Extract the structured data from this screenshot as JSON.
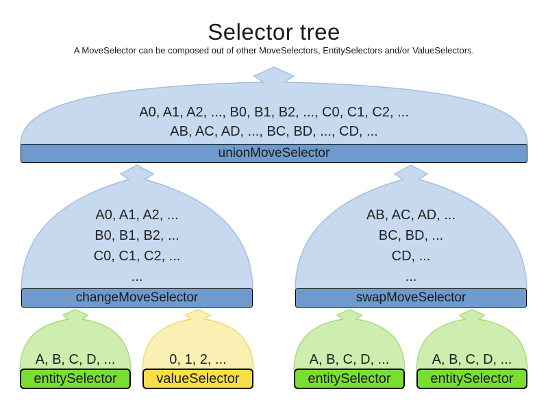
{
  "title": "Selector tree",
  "subtitle": "A MoveSelector can be composed out of other MoveSelectors, EntitySelectors and/or ValueSelectors.",
  "colors": {
    "move_funnel_fill": "#c7d9ee",
    "move_funnel_stroke": "#a3bee0",
    "move_bar": "#6e9bcb",
    "entity_funnel_fill": "#cdeeae",
    "entity_funnel_stroke": "#a8db78",
    "entity_bar": "#7ade32",
    "value_funnel_fill": "#faf0b4",
    "value_funnel_stroke": "#edd96e",
    "value_bar": "#f8de49"
  },
  "nodes": {
    "union": {
      "label": "unionMoveSelector",
      "lines": [
        "A0, A1, A2, ..., B0, B1, B2, ..., C0, C1, C2, ...",
        "AB, AC, AD, ..., BC, BD, ..., CD, ..."
      ]
    },
    "change": {
      "label": "changeMoveSelector",
      "lines": [
        "A0, A1, A2, ...",
        "B0, B1, B2, ...",
        "C0, C1, C2, ...",
        "..."
      ]
    },
    "swap": {
      "label": "swapMoveSelector",
      "lines": [
        "AB, AC, AD, ...",
        "BC, BD, ...",
        "CD, ...",
        "..."
      ]
    },
    "entity1": {
      "label": "entitySelector",
      "lines": [
        "A, B, C, D, ..."
      ]
    },
    "value1": {
      "label": "valueSelector",
      "lines": [
        "0, 1, 2, ..."
      ]
    },
    "entity2": {
      "label": "entitySelector",
      "lines": [
        "A, B, C, D, ..."
      ]
    },
    "entity3": {
      "label": "entitySelector",
      "lines": [
        "A, B, C, D, ..."
      ]
    }
  }
}
